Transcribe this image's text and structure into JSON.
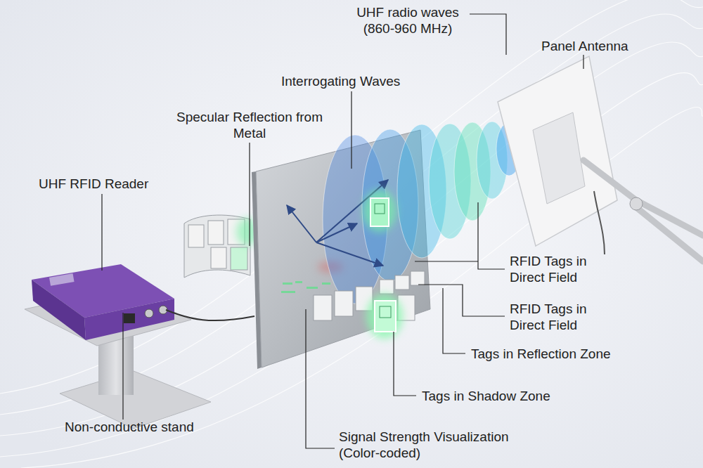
{
  "diagram": {
    "labels": [
      "UHF radio waves (860-960 MHz)",
      "Panel Antenna",
      "Interrogating Waves",
      "Specular Reflection from Metal",
      "UHF RFID Reader",
      "RFID Tags in Direct Field",
      "RFID Tags in Direct Field",
      "Tags in Reflection Zone",
      "Tags in Shadow Zone",
      "Non-conductive stand",
      "Signal Strength Visualization (Color-coded)"
    ]
  }
}
